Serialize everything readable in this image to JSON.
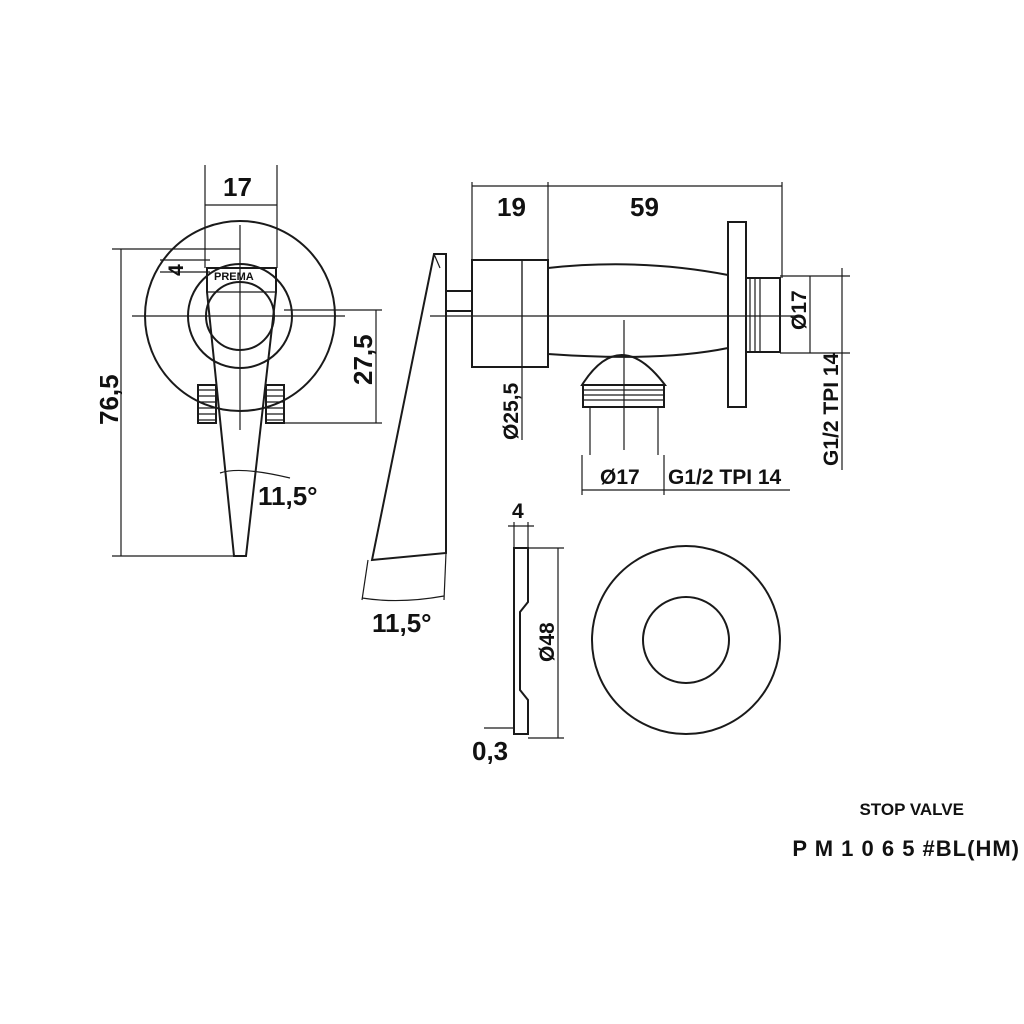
{
  "drawing": {
    "front_view": {
      "brand_text": "PREMA",
      "dims": {
        "width_top": "17",
        "offset": "4",
        "height_total": "76,5",
        "height_mid": "27,5",
        "angle": "11,5°"
      }
    },
    "side_view": {
      "dims": {
        "angle": "11,5°"
      }
    },
    "body_view": {
      "dims": {
        "len_a": "19",
        "len_b": "59",
        "dia_body": "Ø25,5",
        "dia_outlet": "Ø17",
        "thread_outlet": "G1/2 TPI 14",
        "dia_inlet": "Ø17",
        "thread_inlet": "G1/2 TPI 14"
      }
    },
    "flange_view": {
      "dims": {
        "thickness": "4",
        "diameter": "Ø48",
        "gap": "0,3"
      }
    }
  },
  "caption": {
    "title": "STOP VALVE",
    "code": "P M 1 0 6 5 #BL(HM)"
  }
}
